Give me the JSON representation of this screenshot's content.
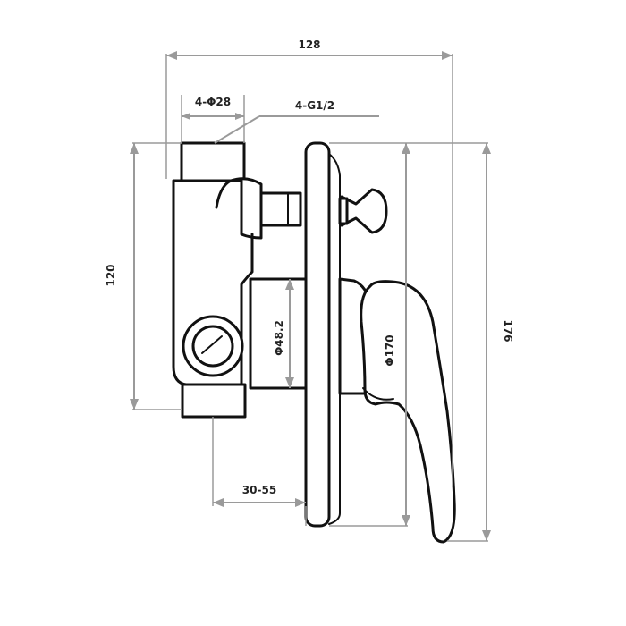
{
  "dimensions": {
    "overall_depth": "128",
    "pipe_diameter": "4-Φ28",
    "thread": "4-G1/2",
    "body_height": "120",
    "plate_height": "176",
    "plate_diameter": "Φ170",
    "cylinder_diameter": "Φ48.2",
    "wall_depth": "30-55"
  },
  "colors": {
    "outline": "#111111",
    "dimension": "#9a9a9a",
    "text": "#222222"
  }
}
